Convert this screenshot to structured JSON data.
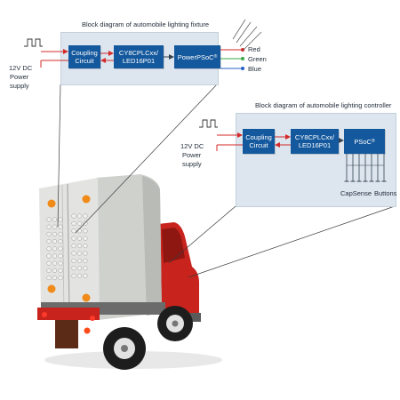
{
  "fixture": {
    "title": "Block diagram of automobile lighting fixture",
    "coupling_line1": "Coupling",
    "coupling_line2": "Circuit",
    "led_line1": "CY8CPLCxx/",
    "led_line2": "LED16P01",
    "psoc_label": "PowerPSoC",
    "psoc_mark": "®",
    "power_line1": "12V DC",
    "power_line2": "Power",
    "power_line3": "supply",
    "outputs": [
      "Red",
      "Green",
      "Blue"
    ]
  },
  "controller": {
    "title": "Block diagram of automobile lighting controller",
    "coupling_line1": "Coupling",
    "coupling_line2": "Circuit",
    "led_line1": "CY8CPLCxx/",
    "led_line2": "LED16P01",
    "psoc_label": "PSoC",
    "psoc_mark": "®",
    "power_line1": "12V DC",
    "power_line2": "Power",
    "power_line3": "supply",
    "capsense_label": "CapSense",
    "buttons_label": "Buttons"
  },
  "colors": {
    "panel": "#dde6ef",
    "block": "#14589d",
    "arrow": "#d42a2a",
    "truck_red": "#c8231c",
    "box_gray": "#d8d9d6"
  }
}
